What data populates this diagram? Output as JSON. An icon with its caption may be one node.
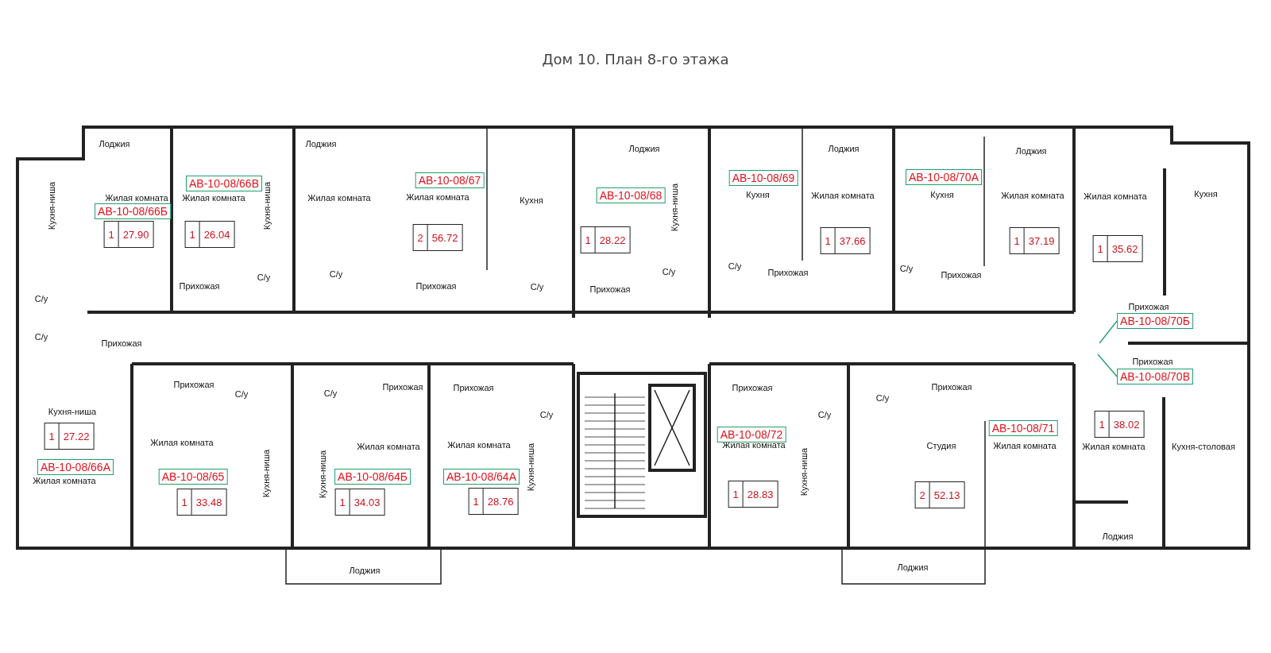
{
  "diagram": {
    "title": "Дом 10. План 8-го этажа",
    "nodes": [
      {
        "text": [
          "АВ-10-08/66Б"
        ]
      },
      {
        "text": [
          "1",
          "27.90"
        ]
      },
      {
        "text": [
          "АВ-10-08/66В"
        ]
      },
      {
        "text": [
          "1",
          "26.04"
        ]
      },
      {
        "text": [
          "АВ-10-08/67"
        ]
      },
      {
        "text": [
          "2",
          "56.72"
        ]
      },
      {
        "text": [
          "АВ-10-08/68"
        ]
      },
      {
        "text": [
          "1",
          "28.22"
        ]
      },
      {
        "text": [
          "АВ-10-08/69"
        ]
      },
      {
        "text": [
          "1",
          "37.66"
        ]
      },
      {
        "text": [
          "АВ-10-08/70А"
        ]
      },
      {
        "text": [
          "1",
          "37.19"
        ]
      },
      {
        "text": [
          "1",
          "35.62"
        ]
      },
      {
        "text": [
          "АВ-10-08/70Б"
        ]
      },
      {
        "text": [
          "АВ-10-08/70В"
        ]
      },
      {
        "text": [
          "1",
          "38.02"
        ]
      },
      {
        "text": [
          "1",
          "27.22"
        ]
      },
      {
        "text": [
          "АВ-10-08/66А"
        ]
      },
      {
        "text": [
          "АВ-10-08/65"
        ]
      },
      {
        "text": [
          "1",
          "33.48"
        ]
      },
      {
        "text": [
          "АВ-10-08/64Б"
        ]
      },
      {
        "text": [
          "1",
          "34.03"
        ]
      },
      {
        "text": [
          "АВ-10-08/64А"
        ]
      },
      {
        "text": [
          "1",
          "28.76"
        ]
      },
      {
        "text": [
          "АВ-10-08/72"
        ]
      },
      {
        "text": [
          "1",
          "28.83"
        ]
      },
      {
        "text": [
          "АВ-10-08/71"
        ]
      },
      {
        "text": [
          "2",
          "52.13"
        ]
      }
    ],
    "edges": [
      {
        "from": 13,
        "to": null,
        "arrow": "none",
        "color": "#1e9e6a"
      },
      {
        "from": 14,
        "to": null,
        "arrow": "none",
        "color": "#1e9e6a"
      }
    ],
    "labels": [
      "Лоджия",
      "Лоджия",
      "Лоджия",
      "Лоджия",
      "Лоджия",
      "Кухня-ниша",
      "Жилая комната",
      "Жилая комната",
      "Кухня-ниша",
      "Жилая комната",
      "Жилая комната",
      "Кухня",
      "Кухня-ниша",
      "Кухня",
      "Жилая комната",
      "Кухня",
      "Жилая комната",
      "Жилая комната",
      "Кухня",
      "С/у",
      "Прихожая",
      "С/у",
      "С/у",
      "Прихожая",
      "С/у",
      "Прихожая",
      "С/у",
      "С/у",
      "Прихожая",
      "С/у",
      "Прихожая",
      "Прихожая",
      "С/у",
      "Прихожая",
      "Прихожая",
      "Кухня-ниша",
      "Прихожая",
      "С/у",
      "С/у",
      "Прихожая",
      "Прихожая",
      "С/у",
      "Прихожая",
      "С/у",
      "С/у",
      "Прихожая",
      "Жилая комната",
      "Жилая комната",
      "Жилая комната",
      "Жилая комната",
      "Студия",
      "Жилая комната",
      "Жилая комната",
      "Кухня-столовая",
      "Кухня-ниша",
      "Кухня-ниша",
      "Кухня-ниша",
      "Кухня-ниша",
      "Жилая комната",
      "Лоджия",
      "Лоджия",
      "Лоджия"
    ]
  }
}
